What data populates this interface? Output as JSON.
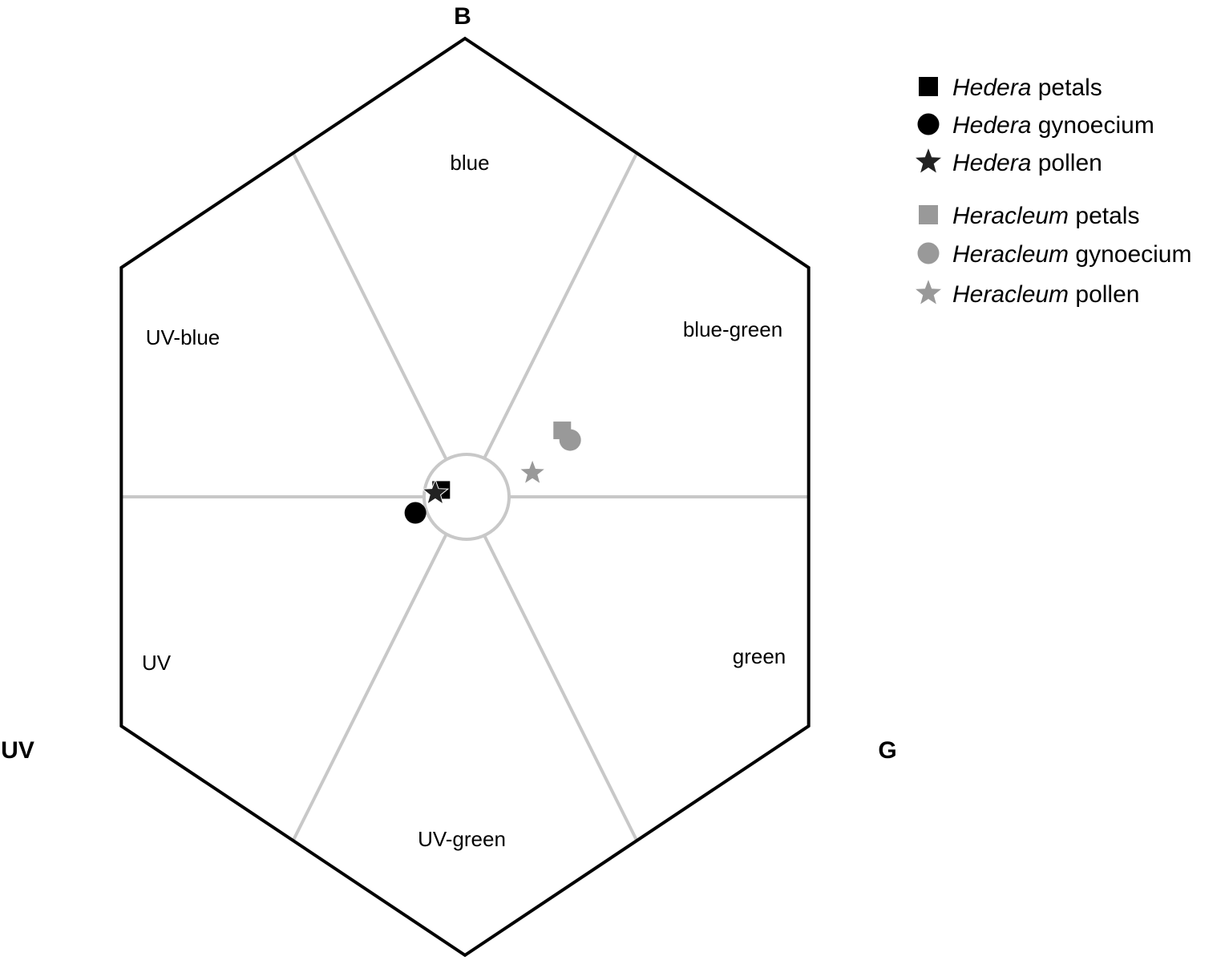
{
  "chart_data": {
    "type": "scatter",
    "title": "",
    "vertex_labels": {
      "blue": "B",
      "uv": "UV",
      "green": "G"
    },
    "sector_labels": [
      "blue",
      "blue-green",
      "green",
      "UV-green",
      "UV",
      "UV-blue"
    ],
    "grid": true,
    "legend_position": "top-right",
    "series": [
      {
        "genus": "Hedera",
        "organ": "petals",
        "marker": "square",
        "color": "#000000",
        "x": -0.06,
        "y": 0.015
      },
      {
        "genus": "Hedera",
        "organ": "gynoecium",
        "marker": "circle",
        "color": "#000000",
        "x": -0.125,
        "y": -0.035
      },
      {
        "genus": "Hedera",
        "organ": "pollen",
        "marker": "star",
        "color": "#222222",
        "x": -0.075,
        "y": 0.008
      },
      {
        "genus": "Heracleum",
        "organ": "petals",
        "marker": "square",
        "color": "#999999",
        "x": 0.245,
        "y": 0.145
      },
      {
        "genus": "Heracleum",
        "organ": "gynoecium",
        "marker": "circle",
        "color": "#999999",
        "x": 0.265,
        "y": 0.124
      },
      {
        "genus": "Heracleum",
        "organ": "pollen",
        "marker": "star",
        "color": "#999999",
        "x": 0.17,
        "y": 0.052
      }
    ]
  }
}
